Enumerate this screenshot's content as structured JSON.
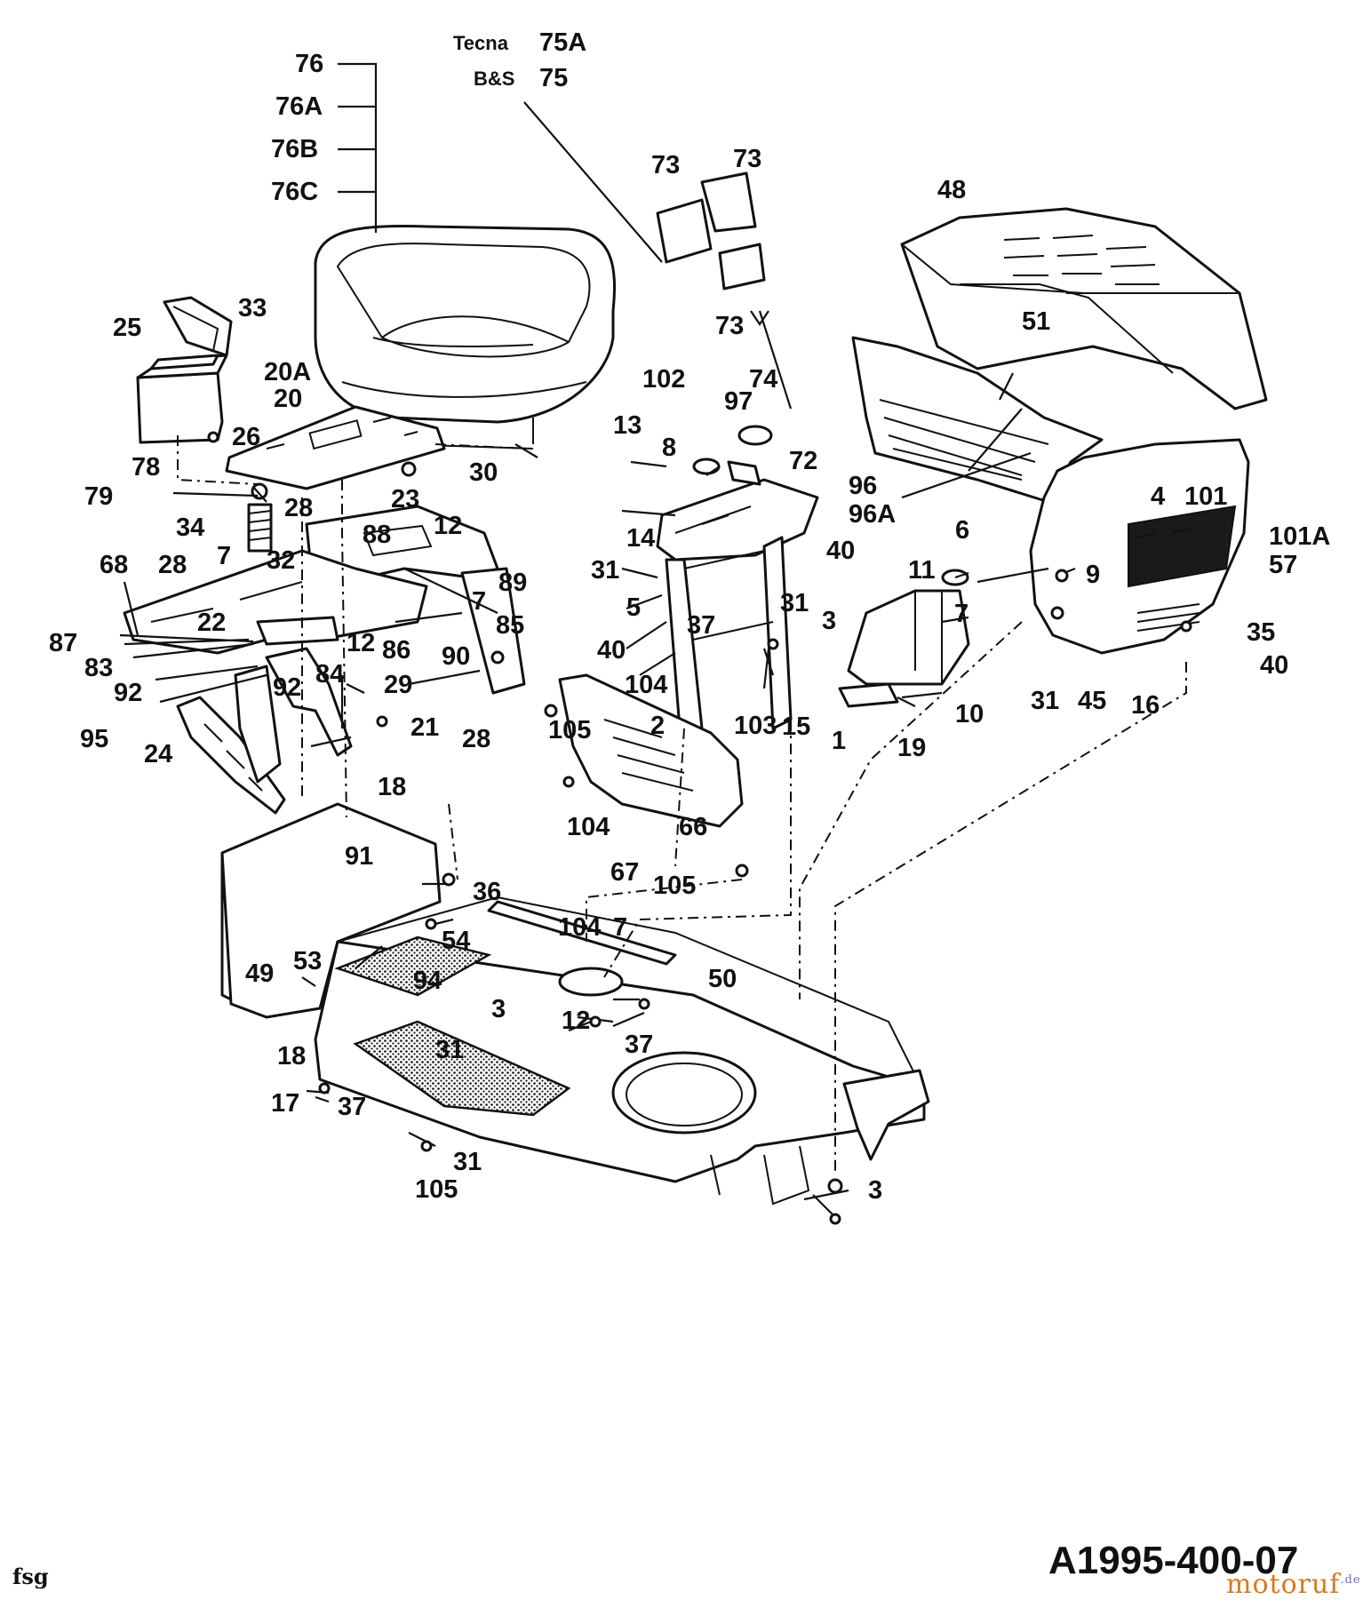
{
  "drawing": {
    "code": "A1995-400-07",
    "footer_left": "fsg",
    "watermark": "motoruf",
    "watermark_tld": ".de"
  },
  "engine_variants": [
    {
      "name": "Tecna",
      "part": "75A"
    },
    {
      "name": "B&S",
      "part": "75"
    }
  ],
  "seat_variants": [
    "76",
    "76A",
    "76B",
    "76C"
  ],
  "labels": [
    "48",
    "33",
    "25",
    "20A",
    "20",
    "26",
    "78",
    "30",
    "79",
    "34",
    "28",
    "23",
    "12",
    "88",
    "68",
    "28",
    "7",
    "32",
    "7",
    "89",
    "22",
    "85",
    "87",
    "12",
    "86",
    "90",
    "83",
    "84",
    "29",
    "92",
    "92",
    "21",
    "95",
    "28",
    "24",
    "18",
    "73",
    "73",
    "73",
    "102",
    "74",
    "13",
    "97",
    "8",
    "72",
    "96",
    "96A",
    "14",
    "40",
    "31",
    "31",
    "5",
    "37",
    "3",
    "40",
    "104",
    "105",
    "2",
    "103",
    "15",
    "1",
    "66",
    "104",
    "67",
    "105",
    "104",
    "51",
    "6",
    "4",
    "101",
    "101A",
    "57",
    "9",
    "11",
    "7",
    "35",
    "40",
    "31",
    "45",
    "16",
    "10",
    "19",
    "91",
    "36",
    "54",
    "7",
    "50",
    "49",
    "53",
    "94",
    "3",
    "12",
    "37",
    "18",
    "31",
    "17",
    "37",
    "31",
    "105",
    "3"
  ],
  "colors": {
    "ink": "#111111",
    "background": "#ffffff",
    "watermark_primary": "#7a63c9",
    "watermark_accent": "#d77a1c"
  }
}
